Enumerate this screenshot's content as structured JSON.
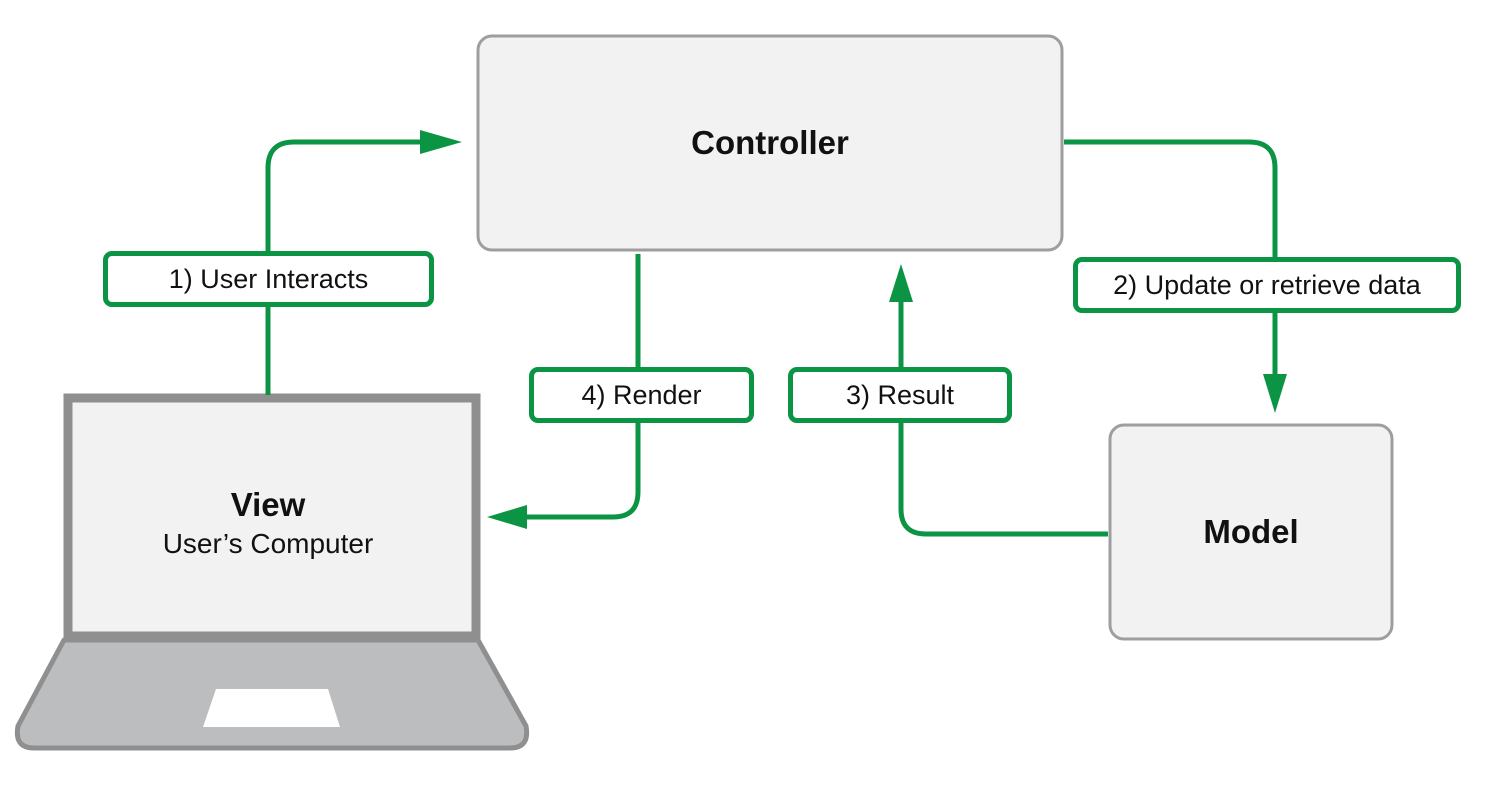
{
  "colors": {
    "arrow": "#0b9444",
    "box_fill": "#f2f2f2",
    "box_border": "#9e9e9e",
    "laptop_frame": "#8f8f8f",
    "laptop_base": "#bcbdbf",
    "text": "#111111"
  },
  "nodes": {
    "controller": {
      "title": "Controller"
    },
    "model": {
      "title": "Model"
    },
    "view": {
      "title": "View",
      "subtitle": "User’s Computer"
    }
  },
  "steps": [
    {
      "label": "1) User Interacts"
    },
    {
      "label": "2) Update or retrieve data"
    },
    {
      "label": "3) Result"
    },
    {
      "label": "4) Render"
    }
  ],
  "icons": {
    "laptop": "laptop-icon"
  }
}
